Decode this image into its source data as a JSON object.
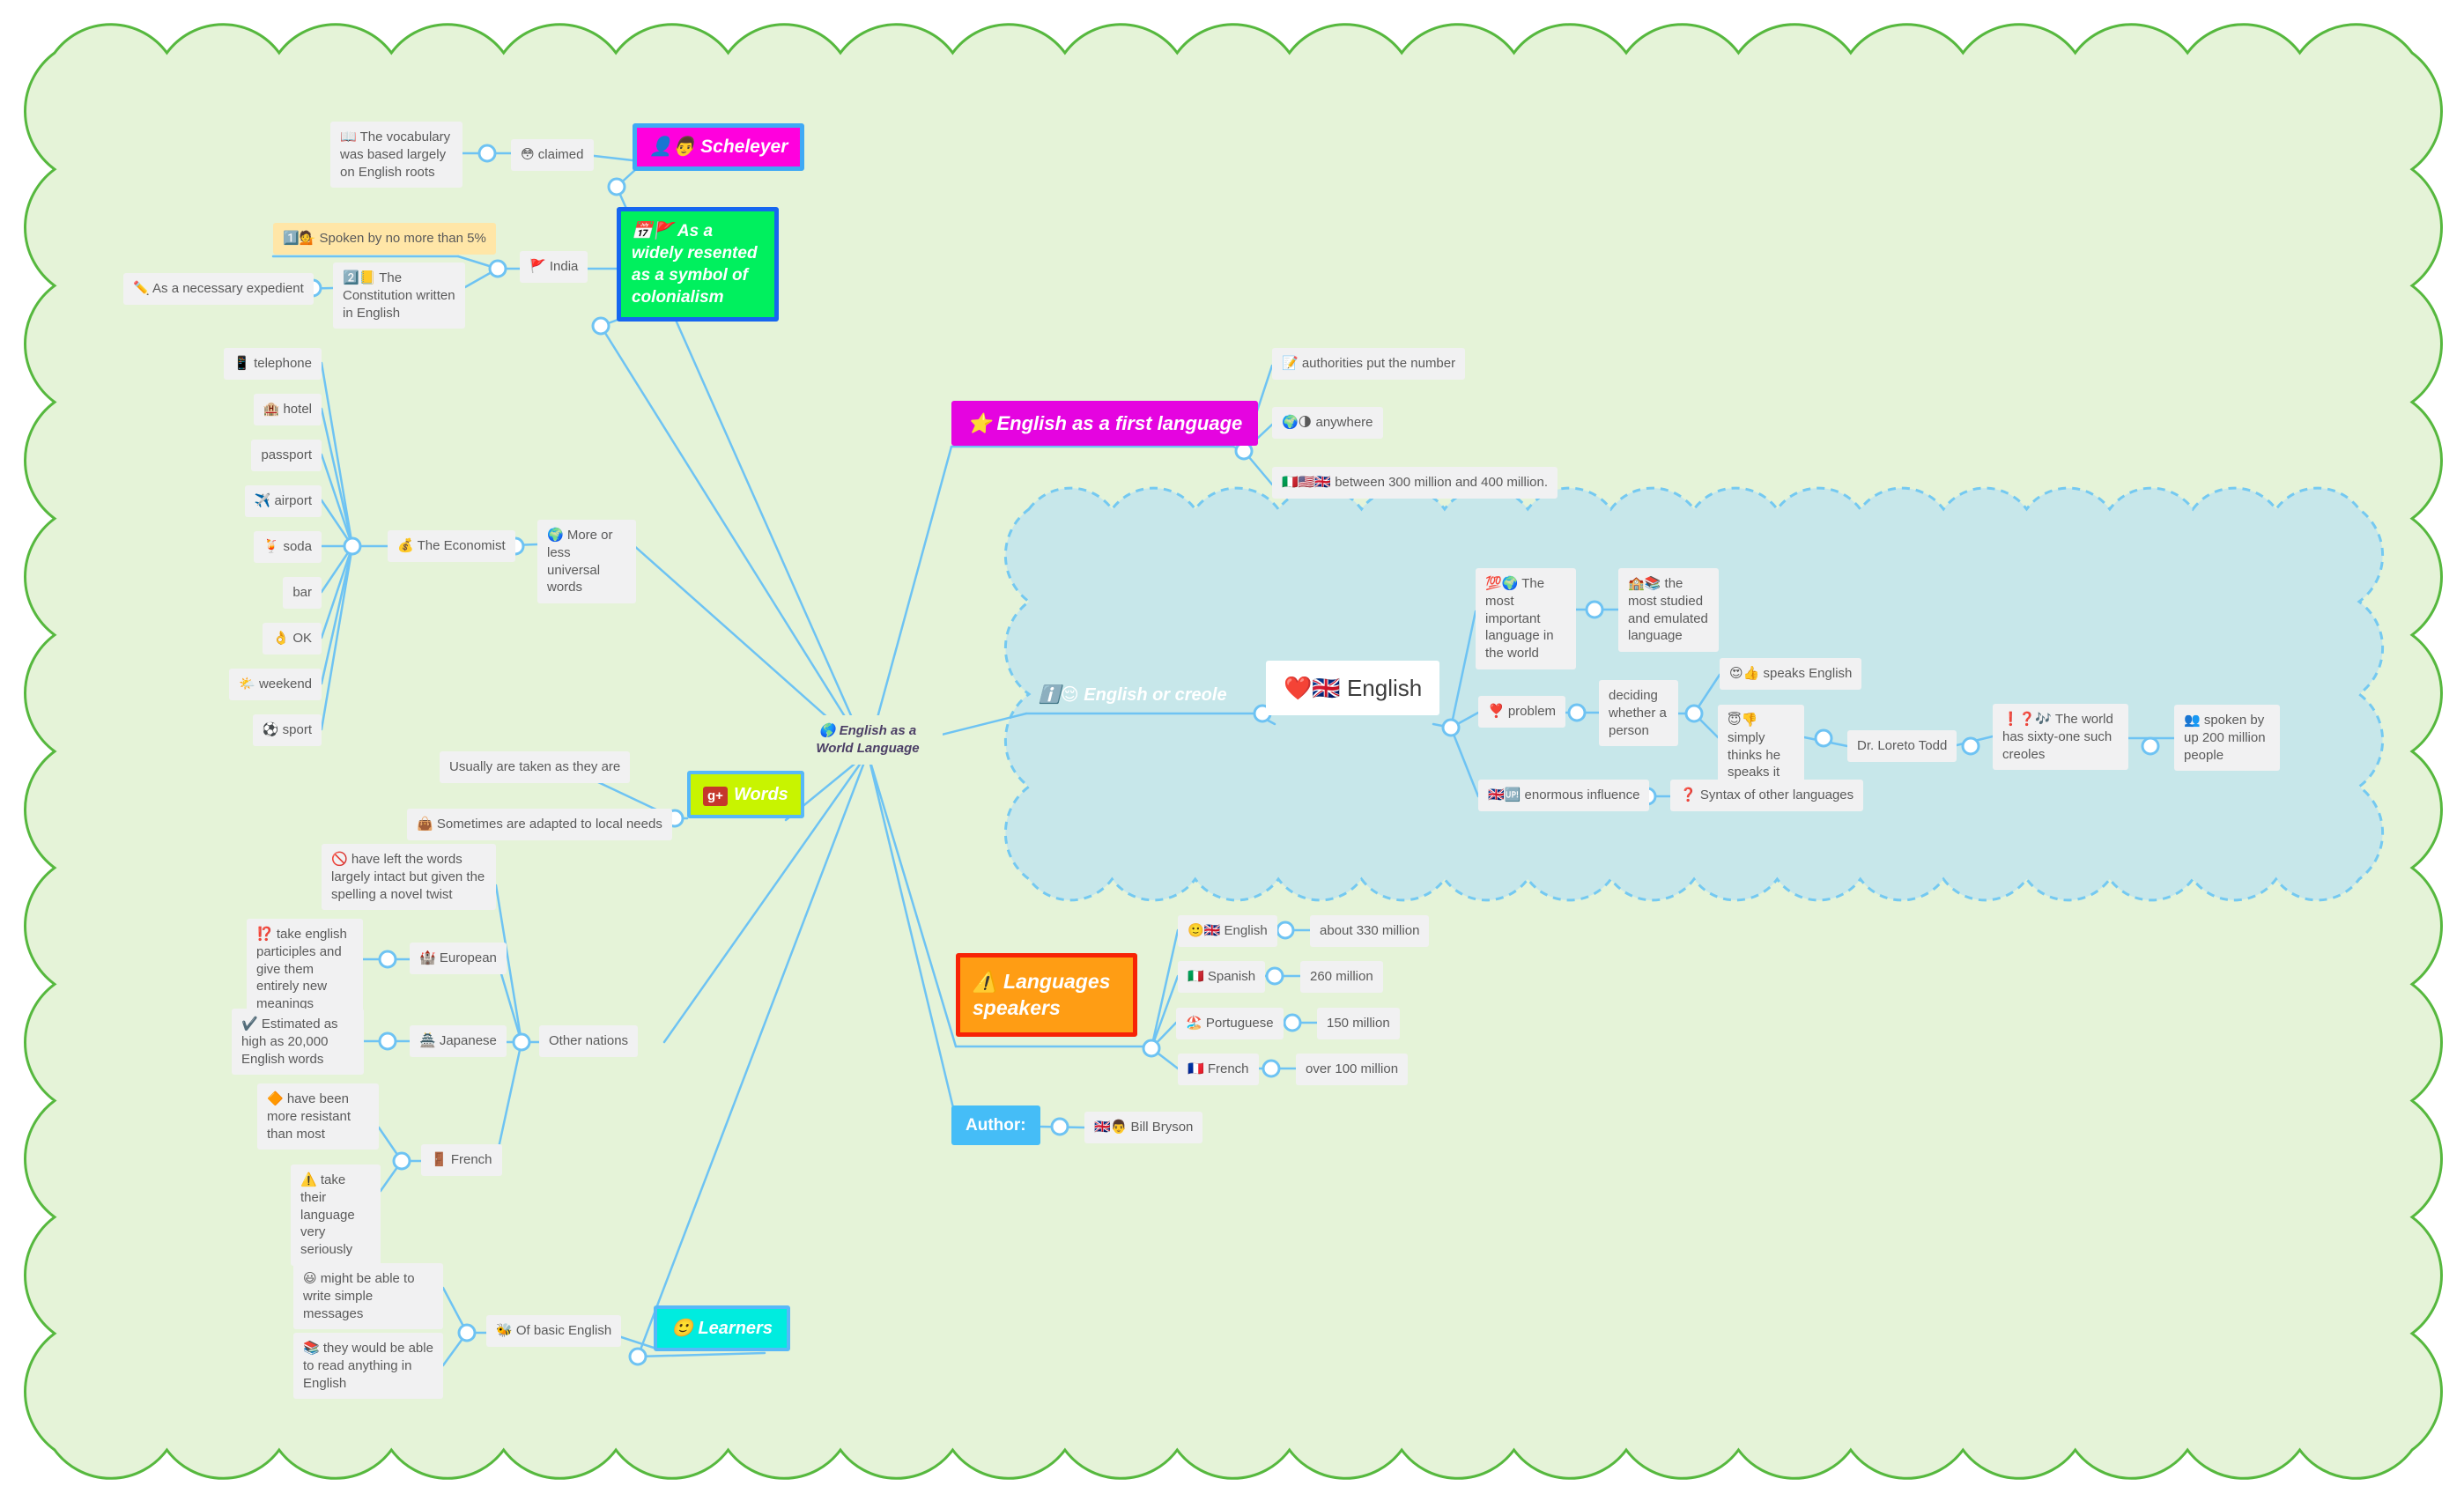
{
  "root": {
    "label": "🌎 English as a World Language"
  },
  "scheleyer_branch": {
    "topic": "👤👨 Scheleyer",
    "claimed": "😳 claimed",
    "vocabulary": "📖 The vocabulary was based largely on English roots"
  },
  "colonialism_branch": {
    "topic": "📅🚩 As a widely resented as a symbol of colonialism",
    "india": "🚩 India",
    "spoken": "1️⃣💁 Spoken by no more than 5%",
    "constitution": "2️⃣📒 The Constitution written in English",
    "expedient": "✏️ As a necessary expedient"
  },
  "universal_words_branch": {
    "topic": "🌍 More or less universal words",
    "economist": "💰 The Economist",
    "words": [
      "📱 telephone",
      "🏨 hotel",
      "passport",
      "✈️ airport",
      "🍹 soda",
      "bar",
      "👌 OK",
      "🌤️ weekend",
      "⚽ sport"
    ]
  },
  "words_branch": {
    "icon_label": "g+",
    "topic": "Words",
    "usually": "Usually are taken as they are",
    "sometimes": "👜 Sometimes are adapted to local needs"
  },
  "other_nations_branch": {
    "topic": "Other nations",
    "have_left": "🚫 have left the words largely intact but given the spelling a novel twist",
    "take_english": "⁉️ take english participles and give them entirely new meanings",
    "european": "🏰 European",
    "estimated": "✔️ Estimated as high as 20,000 English words",
    "japanese": "🏯 Japanese",
    "resistant": "🔶 have been more resistant than most",
    "seriously": "⚠️ take their language very seriously",
    "french": "🚪 French"
  },
  "learners_branch": {
    "topic": "🙂 Learners",
    "of_basic": "🐝 Of basic English",
    "write": "😃 might be able to write simple messages",
    "read": "📚 they would be able to read anything in English"
  },
  "first_language_branch": {
    "topic": "⭐ English as a first language",
    "authorities": "📝 authorities put the number",
    "anywhere": "🌍🌗 anywhere",
    "between": "🇮🇹🇺🇸🇬🇧 between 300 million and 400 million."
  },
  "creole_branch": {
    "topic": "ℹ️😌 English or creole",
    "english": "❤️🇬🇧 English",
    "most_important": "💯🌍 The most important language in the world",
    "studied": "🏫📚 the most studied and emulated language",
    "problem": "❣️ problem",
    "deciding": "deciding whether a person",
    "speaks": "😍👍 speaks English",
    "simply": "😇👎 simply thinks he speaks it",
    "todd": "Dr. Loreto Todd",
    "creoles": "❗❓🎶 The world has sixty-one such creoles",
    "spoken_by": "👥 spoken by up 200 million people",
    "influence": "🇬🇧🆙 enormous influence",
    "syntax": "❓ Syntax of other languages"
  },
  "speakers_branch": {
    "topic": "⚠️ Languages speakers",
    "rows": [
      {
        "lang": "🙂🇬🇧 English",
        "count": "about 330 million"
      },
      {
        "lang": "🇮🇹 Spanish",
        "count": "260 million"
      },
      {
        "lang": "🏖️ Portuguese",
        "count": "150 million"
      },
      {
        "lang": "🇫🇷 French",
        "count": "over 100 million"
      }
    ]
  },
  "author_branch": {
    "topic": "Author:",
    "name": "🇬🇧👨 Bill Bryson"
  },
  "colors": {
    "branch_line": "#6ec3f3",
    "outer_cloud_fill": "#e5f3d8",
    "outer_cloud_stroke": "#56b83e",
    "inner_cloud_fill": "#c7e7ea",
    "inner_cloud_stroke": "#74c9f1",
    "scheleyer_fill": "#ff00dd",
    "colonialism_fill": "#00f05e",
    "words_fill": "#c8f400",
    "learners_fill": "#00ecdf",
    "first_language_fill": "#e504e0",
    "speakers_fill": "#ff9d14",
    "speakers_border": "#f72306",
    "author_fill": "#45bdf7",
    "note_fill": "#ffe6a7",
    "default_node_fill": "#f1f1f2"
  }
}
